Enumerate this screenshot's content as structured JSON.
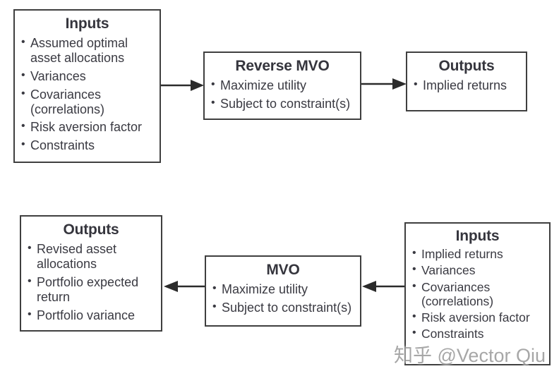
{
  "bullet_char": "•",
  "colors": {
    "background": "#ffffff",
    "box_border": "#3f3f3f",
    "text": "#3a3a42",
    "arrow": "#2b2b2b",
    "watermark": "#9c9c9c"
  },
  "watermark": {
    "text": "知乎 @Vector Qiu"
  },
  "boxes": {
    "top_inputs": {
      "title": "Inputs",
      "items": [
        "Assumed optimal\nasset allocations",
        "Variances",
        "Covariances\n(correlations)",
        "Risk aversion factor",
        "Constraints"
      ]
    },
    "reverse_mvo": {
      "title": "Reverse MVO",
      "items": [
        "Maximize utility",
        "Subject to constraint(s)"
      ]
    },
    "top_outputs": {
      "title": "Outputs",
      "items": [
        "Implied returns"
      ]
    },
    "bot_outputs": {
      "title": "Outputs",
      "items": [
        "Revised asset\nallocations",
        "Portfolio expected\nreturn",
        "Portfolio variance"
      ]
    },
    "mvo": {
      "title": "MVO",
      "items": [
        "Maximize utility",
        "Subject to constraint(s)"
      ]
    },
    "bot_inputs": {
      "title": "Inputs",
      "items": [
        "Implied returns",
        "Variances",
        "Covariances\n(correlations)",
        "Risk aversion factor",
        "Constraints"
      ]
    }
  }
}
